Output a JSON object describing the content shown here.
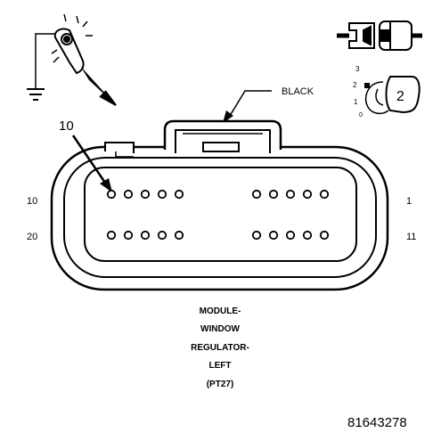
{
  "diagram": {
    "wire_color_label": "BLACK",
    "callout_pin": "10",
    "pin_labels": {
      "row1_left": "10",
      "row1_right": "1",
      "row2_left": "20",
      "row2_right": "11"
    },
    "key_position_scale": [
      "3",
      "2",
      "1",
      "0"
    ],
    "key_icon_number": "2",
    "caption_lines": [
      "MODULE-",
      "WINDOW",
      "REGULATOR-",
      "LEFT",
      "(PT27)"
    ],
    "figure_number": "81643278",
    "pin_rows": [
      {
        "row": 1,
        "pins": 10,
        "left_group": 5,
        "right_group": 5
      },
      {
        "row": 2,
        "pins": 10,
        "left_group": 5,
        "right_group": 5
      }
    ],
    "icons": [
      "test-probe-icon",
      "ground-symbol-icon",
      "connector-plug-icon",
      "key-switch-icon"
    ]
  }
}
